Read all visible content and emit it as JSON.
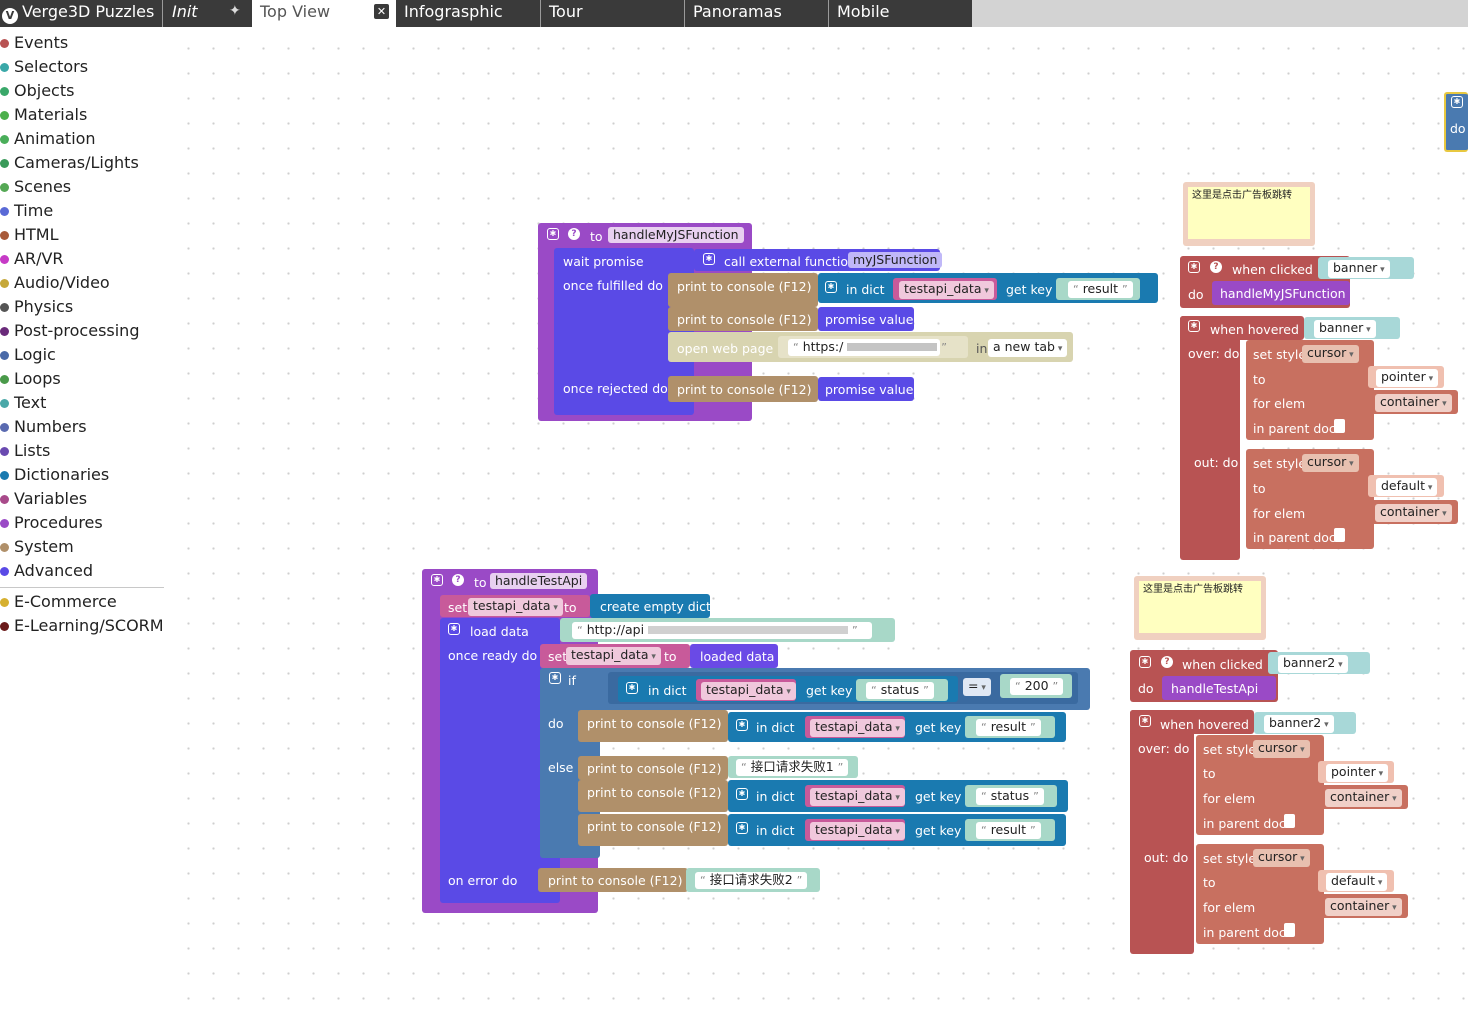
{
  "topbar": {
    "logo_label": "Verge3D Puzzles",
    "tabs": [
      "Init",
      "Top View",
      "Infograsphic",
      "Tour",
      "Panoramas",
      "Mobile"
    ],
    "pin_icon": "pin-icon",
    "close_icon": "close-icon"
  },
  "sidebar": {
    "categories": [
      {
        "label": "Events",
        "color": "#b85353"
      },
      {
        "label": "Selectors",
        "color": "#3aa8a8"
      },
      {
        "label": "Objects",
        "color": "#3aa86a"
      },
      {
        "label": "Materials",
        "color": "#4cb04c"
      },
      {
        "label": "Animation",
        "color": "#4aae5a"
      },
      {
        "label": "Cameras/Lights",
        "color": "#3a9a5a"
      },
      {
        "label": "Scenes",
        "color": "#55a855"
      },
      {
        "label": "Time",
        "color": "#5a6ad6"
      },
      {
        "label": "HTML",
        "color": "#a85a3a"
      },
      {
        "label": "AR/VR",
        "color": "#c63ac6"
      },
      {
        "label": "Audio/Video",
        "color": "#c6a83a"
      },
      {
        "label": "Physics",
        "color": "#555555"
      },
      {
        "label": "Post-processing",
        "color": "#6a2a7a"
      },
      {
        "label": "Logic",
        "color": "#4a6aa8"
      },
      {
        "label": "Loops",
        "color": "#4a9a4a"
      },
      {
        "label": "Text",
        "color": "#4aa8a8"
      },
      {
        "label": "Numbers",
        "color": "#5a6ab0"
      },
      {
        "label": "Lists",
        "color": "#6a4ab0"
      },
      {
        "label": "Dictionaries",
        "color": "#1a7ab0"
      },
      {
        "label": "Variables",
        "color": "#a84a8a"
      },
      {
        "label": "Procedures",
        "color": "#9a4ac6"
      },
      {
        "label": "System",
        "color": "#b0906a"
      },
      {
        "label": "Advanced",
        "color": "#5a4ae6"
      }
    ],
    "extra": [
      {
        "label": "E-Commerce",
        "color": "#d6b030"
      },
      {
        "label": "E-Learning/SCORM",
        "color": "#6a1a1a"
      }
    ]
  },
  "blocks": {
    "proc1": {
      "to": "to",
      "name": "handleMyJSFunction",
      "wait_promise": "wait promise",
      "call_external": "call external function",
      "ext_name": "myJSFunction",
      "once_fulfilled": "once fulfilled do",
      "print1": "print to console (F12)",
      "in_dict": "in dict",
      "var1": "testapi_data",
      "get_key": "get key",
      "key1": "result",
      "print2": "print to console (F12)",
      "promise_value": "promise value",
      "open_web": "open web page",
      "url": "https:/",
      "in_label": "in",
      "tab_option": "a new tab",
      "once_rejected": "once rejected do",
      "print3": "print to console (F12)",
      "promise_value2": "promise value"
    },
    "proc2": {
      "to": "to",
      "name": "handleTestApi",
      "set": "set",
      "var": "testapi_data",
      "to2": "to",
      "create_dict": "create empty dict",
      "load_data": "load data",
      "url": "http://api",
      "once_ready": "once ready do",
      "set2": "set",
      "var2": "testapi_data",
      "to3": "to",
      "loaded_data": "loaded data",
      "if": "if",
      "in_dict": "in dict",
      "var3": "testapi_data",
      "get_key": "get key",
      "key_status": "status",
      "op": "=",
      "num": "200",
      "do": "do",
      "print1": "print to console (F12)",
      "in_dict2": "in dict",
      "var4": "testapi_data",
      "get_key2": "get key",
      "key_result": "result",
      "else": "else",
      "print2": "print to console (F12)",
      "fail1": "接口请求失败1",
      "print3": "print to console (F12)",
      "in_dict3": "in dict",
      "var5": "testapi_data",
      "get_key3": "get key",
      "key_status2": "status",
      "print4": "print to console (F12)",
      "in_dict4": "in dict",
      "var6": "testapi_data",
      "get_key4": "get key",
      "key_result2": "result",
      "on_error": "on error do",
      "print5": "print to console (F12)",
      "fail2": "接口请求失败2"
    },
    "events1": {
      "comment": "这里是点击广告板跳转",
      "when_clicked": "when clicked",
      "obj": "banner",
      "do": "do",
      "call": "handleMyJSFunction",
      "when_hovered": "when hovered",
      "obj2": "banner",
      "over_do": "over: do",
      "set_style": "set style",
      "prop": "cursor",
      "to": "to",
      "val_over": "pointer",
      "for_elem": "for elem",
      "elem": "container",
      "in_parent": "in parent doc",
      "out_do": "out: do",
      "set_style2": "set style",
      "prop2": "cursor",
      "to2": "to",
      "val_out": "default",
      "for_elem2": "for elem",
      "elem2": "container",
      "in_parent2": "in parent doc"
    },
    "events2": {
      "comment": "这里是点击广告板跳转",
      "when_clicked": "when clicked",
      "obj": "banner2",
      "do": "do",
      "call": "handleTestApi",
      "when_hovered": "when hovered",
      "obj2": "banner2",
      "over_do": "over: do",
      "set_style": "set style",
      "prop": "cursor",
      "to": "to",
      "val_over": "pointer",
      "for_elem": "for elem",
      "elem": "container",
      "in_parent": "in parent doc",
      "out_do": "out: do",
      "set_style2": "set style",
      "prop2": "cursor",
      "to2": "to",
      "val_out": "default",
      "for_elem2": "for elem",
      "elem2": "container",
      "in_parent2": "in parent doc"
    },
    "edge_do": "do"
  },
  "colors": {
    "procedure": "#9a4ac6",
    "promise": "#5a4ae6",
    "print": "#b0906a",
    "dict": "#1a7ab0",
    "variable": "#c85a9a",
    "text": "#a8d8c8",
    "logic": "#4a7ab0",
    "events": "#b85353",
    "selector": "#a8d8d8",
    "html": "#c87060",
    "loaded": "#6a4ae6"
  }
}
